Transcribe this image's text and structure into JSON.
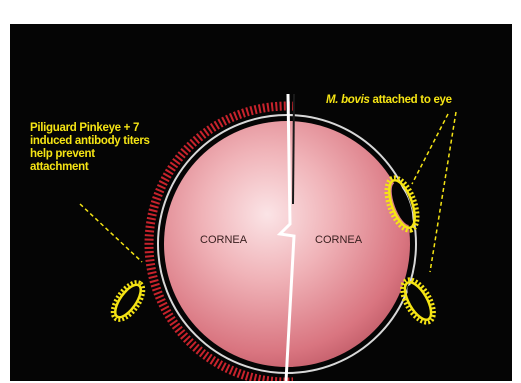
{
  "diagram": {
    "left_caption": "Piliguard Pinkeye + 7 induced antibody titers help prevent attachment",
    "right_caption_italic": "M. bovis",
    "right_caption_rest": " attached to eye",
    "cornea_left": "CORNEA",
    "cornea_right": "CORNEA"
  },
  "colors": {
    "background": "#050505",
    "accent_yellow": "#f5e414",
    "antibody_red": "#c8232c",
    "cornea_pink": "#e89aa2"
  }
}
